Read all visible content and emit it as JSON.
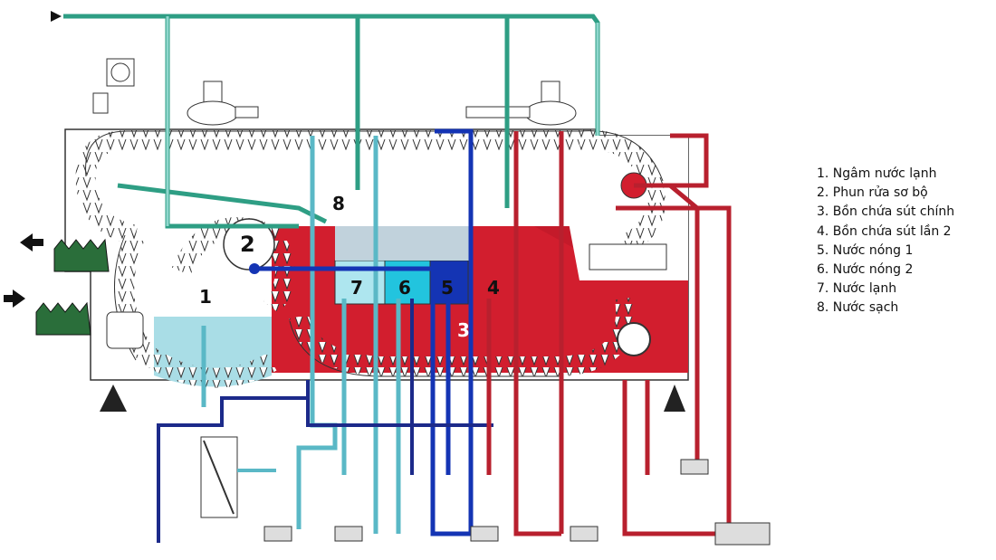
{
  "legend": [
    "1. Ngâm nước lạnh",
    "2. Phun rửa sơ bộ",
    "3. Bồn chứa sút chính",
    "4. Bồn chứa sút lần 2",
    "5. Nước nóng 1",
    "6. Nước nóng 2",
    "7. Nước lạnh",
    "8. Nước sạch"
  ],
  "diagram_labels": {
    "n1": "1",
    "n2": "2",
    "n3": "3",
    "n4": "4",
    "n5": "5",
    "n6": "6",
    "n7": "7",
    "n8": "8"
  },
  "colors": {
    "clean_water": "#2e9e84",
    "cold_water": "#a9dde6",
    "cold_pipe": "#5ab8c6",
    "hot_water_1": "#1434b4",
    "hot_water_2": "#22c4de",
    "caustic": "#d21e2e",
    "caustic_pipe": "#b8202e",
    "dark_pipe": "#1c2a8a",
    "outline": "#333333"
  }
}
